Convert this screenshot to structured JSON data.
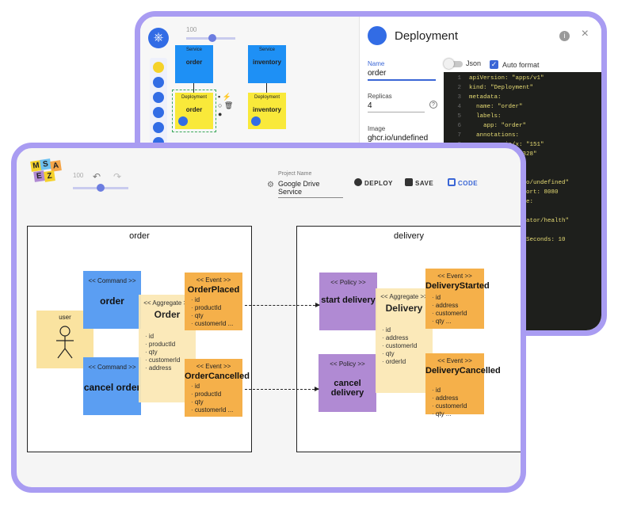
{
  "back": {
    "zoom": "100",
    "nodes": [
      {
        "type": "Service",
        "name": "order"
      },
      {
        "type": "Service",
        "name": "inventory"
      },
      {
        "type": "Deployment",
        "name": "order"
      },
      {
        "type": "Deployment",
        "name": "inventory"
      }
    ],
    "panel": {
      "title": "Deployment",
      "info": "i",
      "close": "×",
      "json_label": "Json",
      "auto_format_label": "Auto format",
      "fields": {
        "name_label": "Name",
        "name_value": "order",
        "replicas_label": "Replicas",
        "replicas_value": "4",
        "image_label": "Image",
        "image_value": "ghcr.io/undefined"
      },
      "code_lines": [
        {
          "n": "1",
          "t": "apiVersion: \"apps/v1\""
        },
        {
          "n": "2",
          "t": "kind: \"Deployment\""
        },
        {
          "n": "3",
          "t": "metadata:"
        },
        {
          "n": "4",
          "t": "  name: \"order\""
        },
        {
          "n": "5",
          "t": "  labels:"
        },
        {
          "n": "6",
          "t": "    app: \"order\""
        },
        {
          "n": "7",
          "t": "  annotations:"
        },
        {
          "n": "8",
          "t": "    msaez.io/x: \"151\""
        },
        {
          "n": "",
          "t": "              \"328\""
        },
        {
          "n": "",
          "t": "          r\""
        },
        {
          "n": "",
          "t": "          order\""
        },
        {
          "n": "",
          "t": "          ghcr.io/undefined\""
        },
        {
          "n": "",
          "t": "          ainerPort: 8080"
        },
        {
          "n": "",
          "t": "          ssProbe:"
        },
        {
          "n": "",
          "t": "          t:"
        },
        {
          "n": "",
          "t": "          \"/actuator/health\""
        },
        {
          "n": "",
          "t": "          : 8080"
        },
        {
          "n": "",
          "t": "          lDelaySeconds: 10"
        }
      ]
    }
  },
  "front": {
    "logo": [
      "M",
      "S",
      "A",
      "E",
      "Z"
    ],
    "zoom": "100",
    "project_label": "Project Name",
    "project_value": "Google Drive Service",
    "toolbar": {
      "deploy": "DEPLOY",
      "save": "SAVE",
      "code": "CODE"
    },
    "contexts": [
      {
        "title": "order",
        "actor": {
          "tag": "user"
        },
        "commands": [
          {
            "tag": "<< Command >>",
            "name": "order"
          },
          {
            "tag": "<< Command >>",
            "name": "cancel order"
          }
        ],
        "aggregate": {
          "tag": "<< Aggregate >>",
          "name": "Order",
          "attrs": [
            "id",
            "productId",
            "qty",
            "customerId",
            "address"
          ]
        },
        "events": [
          {
            "tag": "<< Event >>",
            "name": "OrderPlaced",
            "attrs": [
              "id",
              "productId",
              "qty",
              "customerId ..."
            ]
          },
          {
            "tag": "<< Event >>",
            "name": "OrderCancelled",
            "attrs": [
              "id",
              "productId",
              "qty",
              "customerId ..."
            ]
          }
        ]
      },
      {
        "title": "delivery",
        "policies": [
          {
            "tag": "<< Policy >>",
            "name": "start delivery"
          },
          {
            "tag": "<< Policy >>",
            "name": "cancel delivery"
          }
        ],
        "aggregate": {
          "tag": "<< Aggregate >>",
          "name": "Delivery",
          "attrs": [
            "id",
            "address",
            "customerId",
            "qty",
            "orderId"
          ]
        },
        "events": [
          {
            "tag": "<< Event >>",
            "name": "DeliveryStarted",
            "attrs": [
              "id",
              "address",
              "customerId",
              "qty ..."
            ]
          },
          {
            "tag": "<< Event >>",
            "name": "DeliveryCancelled",
            "attrs": [
              "id",
              "address",
              "customerId",
              "qty ..."
            ]
          }
        ]
      }
    ]
  }
}
